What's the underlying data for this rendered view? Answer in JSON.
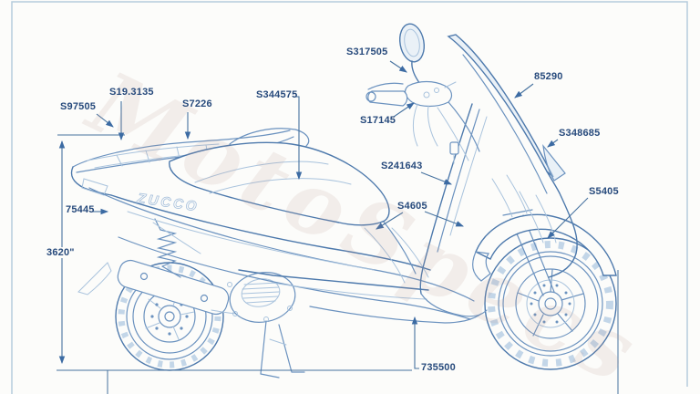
{
  "diagram": {
    "watermark": "MotoSpecs",
    "model_badge": "ZUCCO",
    "colors": {
      "background": "#fcfcfa",
      "line": "#6b92bf",
      "line_dark": "#4d79ac",
      "label_text": "#274a7c",
      "frame": "#b5cbdd",
      "leader": "#46729f"
    },
    "callouts": {
      "s97505": "S97505",
      "s193135": "S19.3135",
      "s7226": "S7226",
      "s344575": "S344575",
      "s317505": "S317505",
      "s17145": "S17145",
      "c85290": "85290",
      "s348685": "S348685",
      "s241643": "S241643",
      "s4605": "S4605",
      "s5405": "S5405",
      "c75445": "75445",
      "height": "3620\"",
      "c735500": "735500"
    }
  }
}
